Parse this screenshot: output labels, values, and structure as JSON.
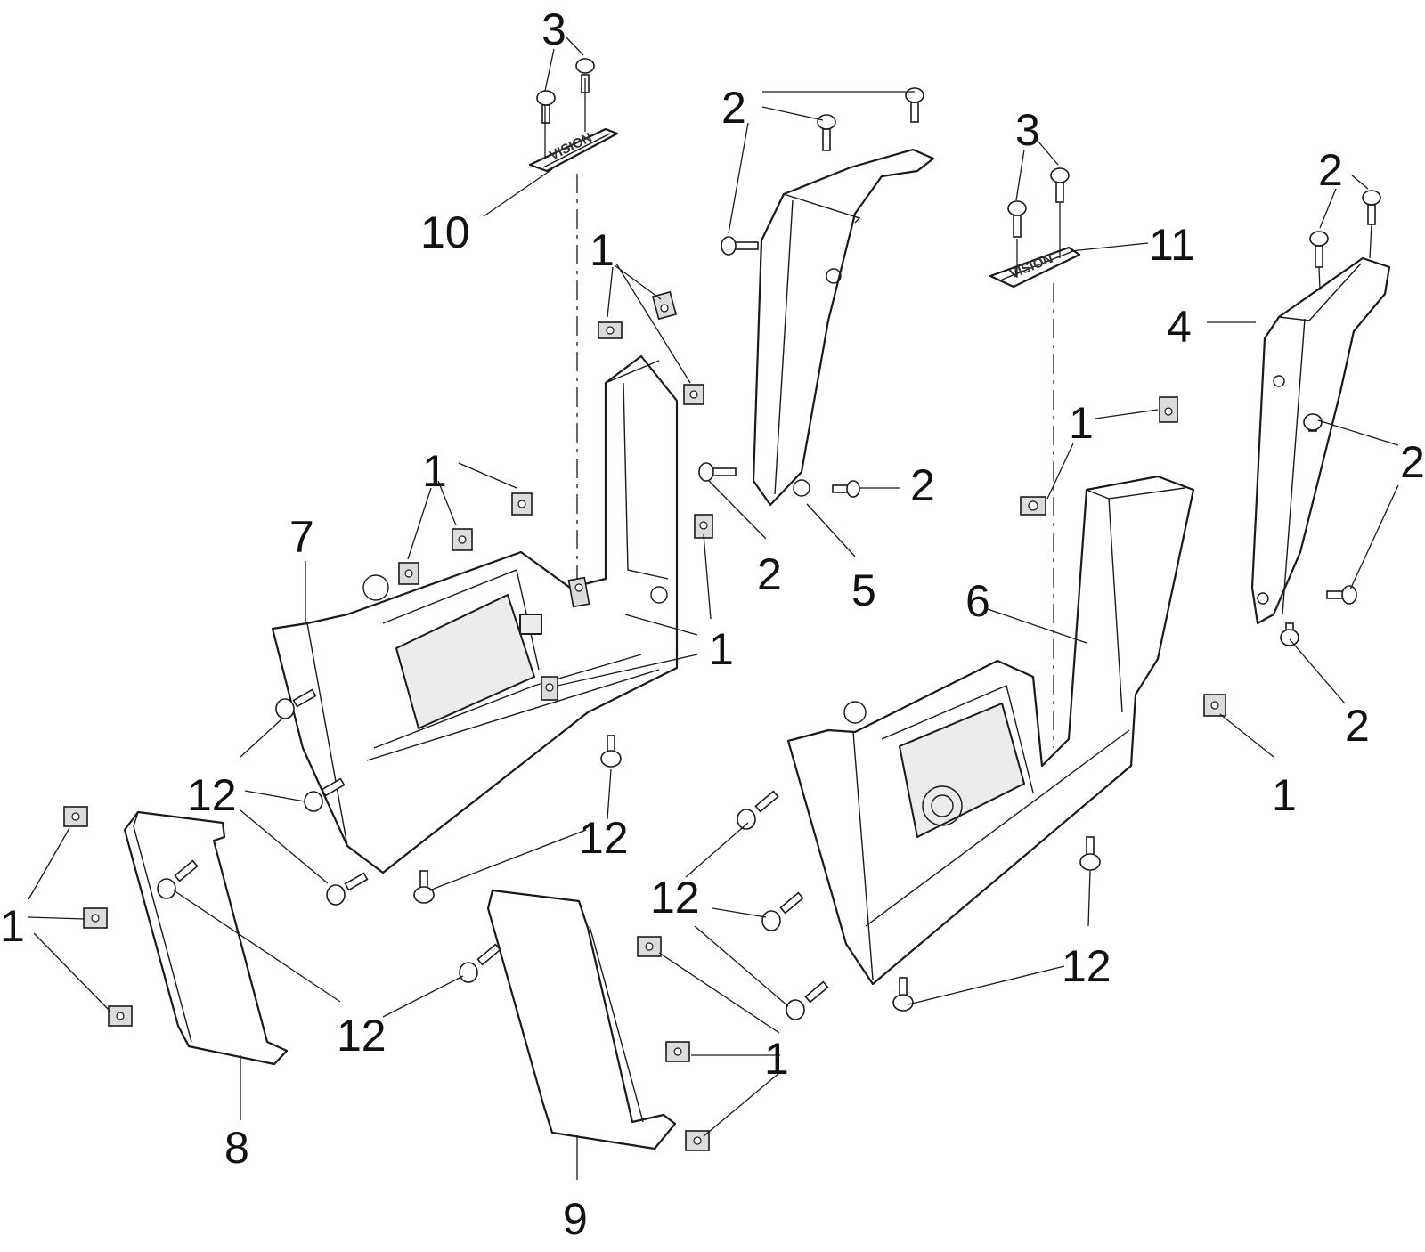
{
  "diagram": {
    "callouts": {
      "c1": "1",
      "c2": "2",
      "c3": "3",
      "c4": "4",
      "c5": "5",
      "c6": "6",
      "c7": "7",
      "c8": "8",
      "c9": "9",
      "c10": "10",
      "c11": "11",
      "c12": "12"
    },
    "badge_text": "VISION"
  }
}
